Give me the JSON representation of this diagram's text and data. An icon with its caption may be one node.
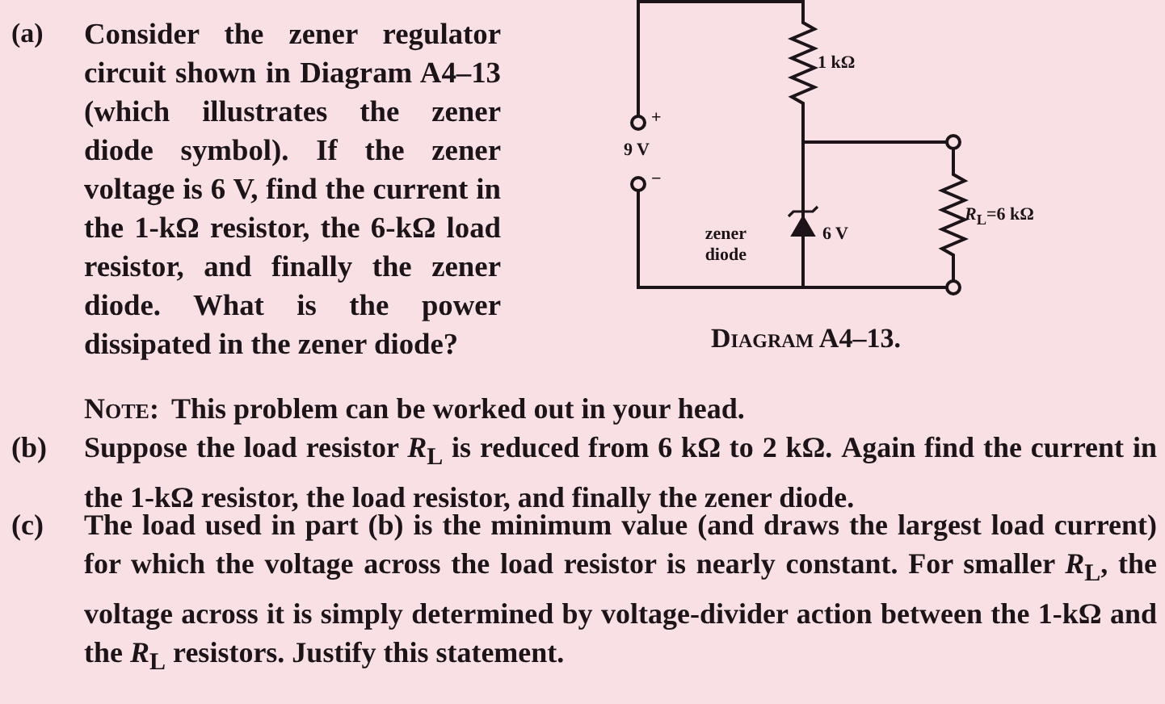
{
  "diagram": {
    "caption": "Diagram A4–13.",
    "labels": [
      "(a)",
      "Consider the zener regulator circuit shown in Diagram A4–13 (which illustrates the zener diode symbol). If the zener voltage is 6 V, find the current in the 1-kΩ resistor, the 6-kΩ load resistor, and finally the zener diode. What is the power dissipated in the zener diode?",
      "Note:",
      "This problem can be worked out in your head.",
      "(b)",
      "Suppose the load resistor *R*$_{L}$ is reduced from 6 kΩ to 2 kΩ. Again find the current in the 1-kΩ resistor, the load resistor, and finally the zener diode.",
      "(c)",
      "The load used in part (b) is the minimum value (and draws the largest load current) for which the voltage across the load resistor is nearly constant. For smaller *R*$_{L}$, the voltage across it is simply determined by voltage-divider action between the 1-kΩ and the *R*$_{L}$ resistors. Justify this statement.",
      "1 kΩ",
      "+",
      "9 V",
      "−",
      "zener diode",
      "6 V",
      "*R*$_{L}$=6 kΩ"
    ]
  }
}
